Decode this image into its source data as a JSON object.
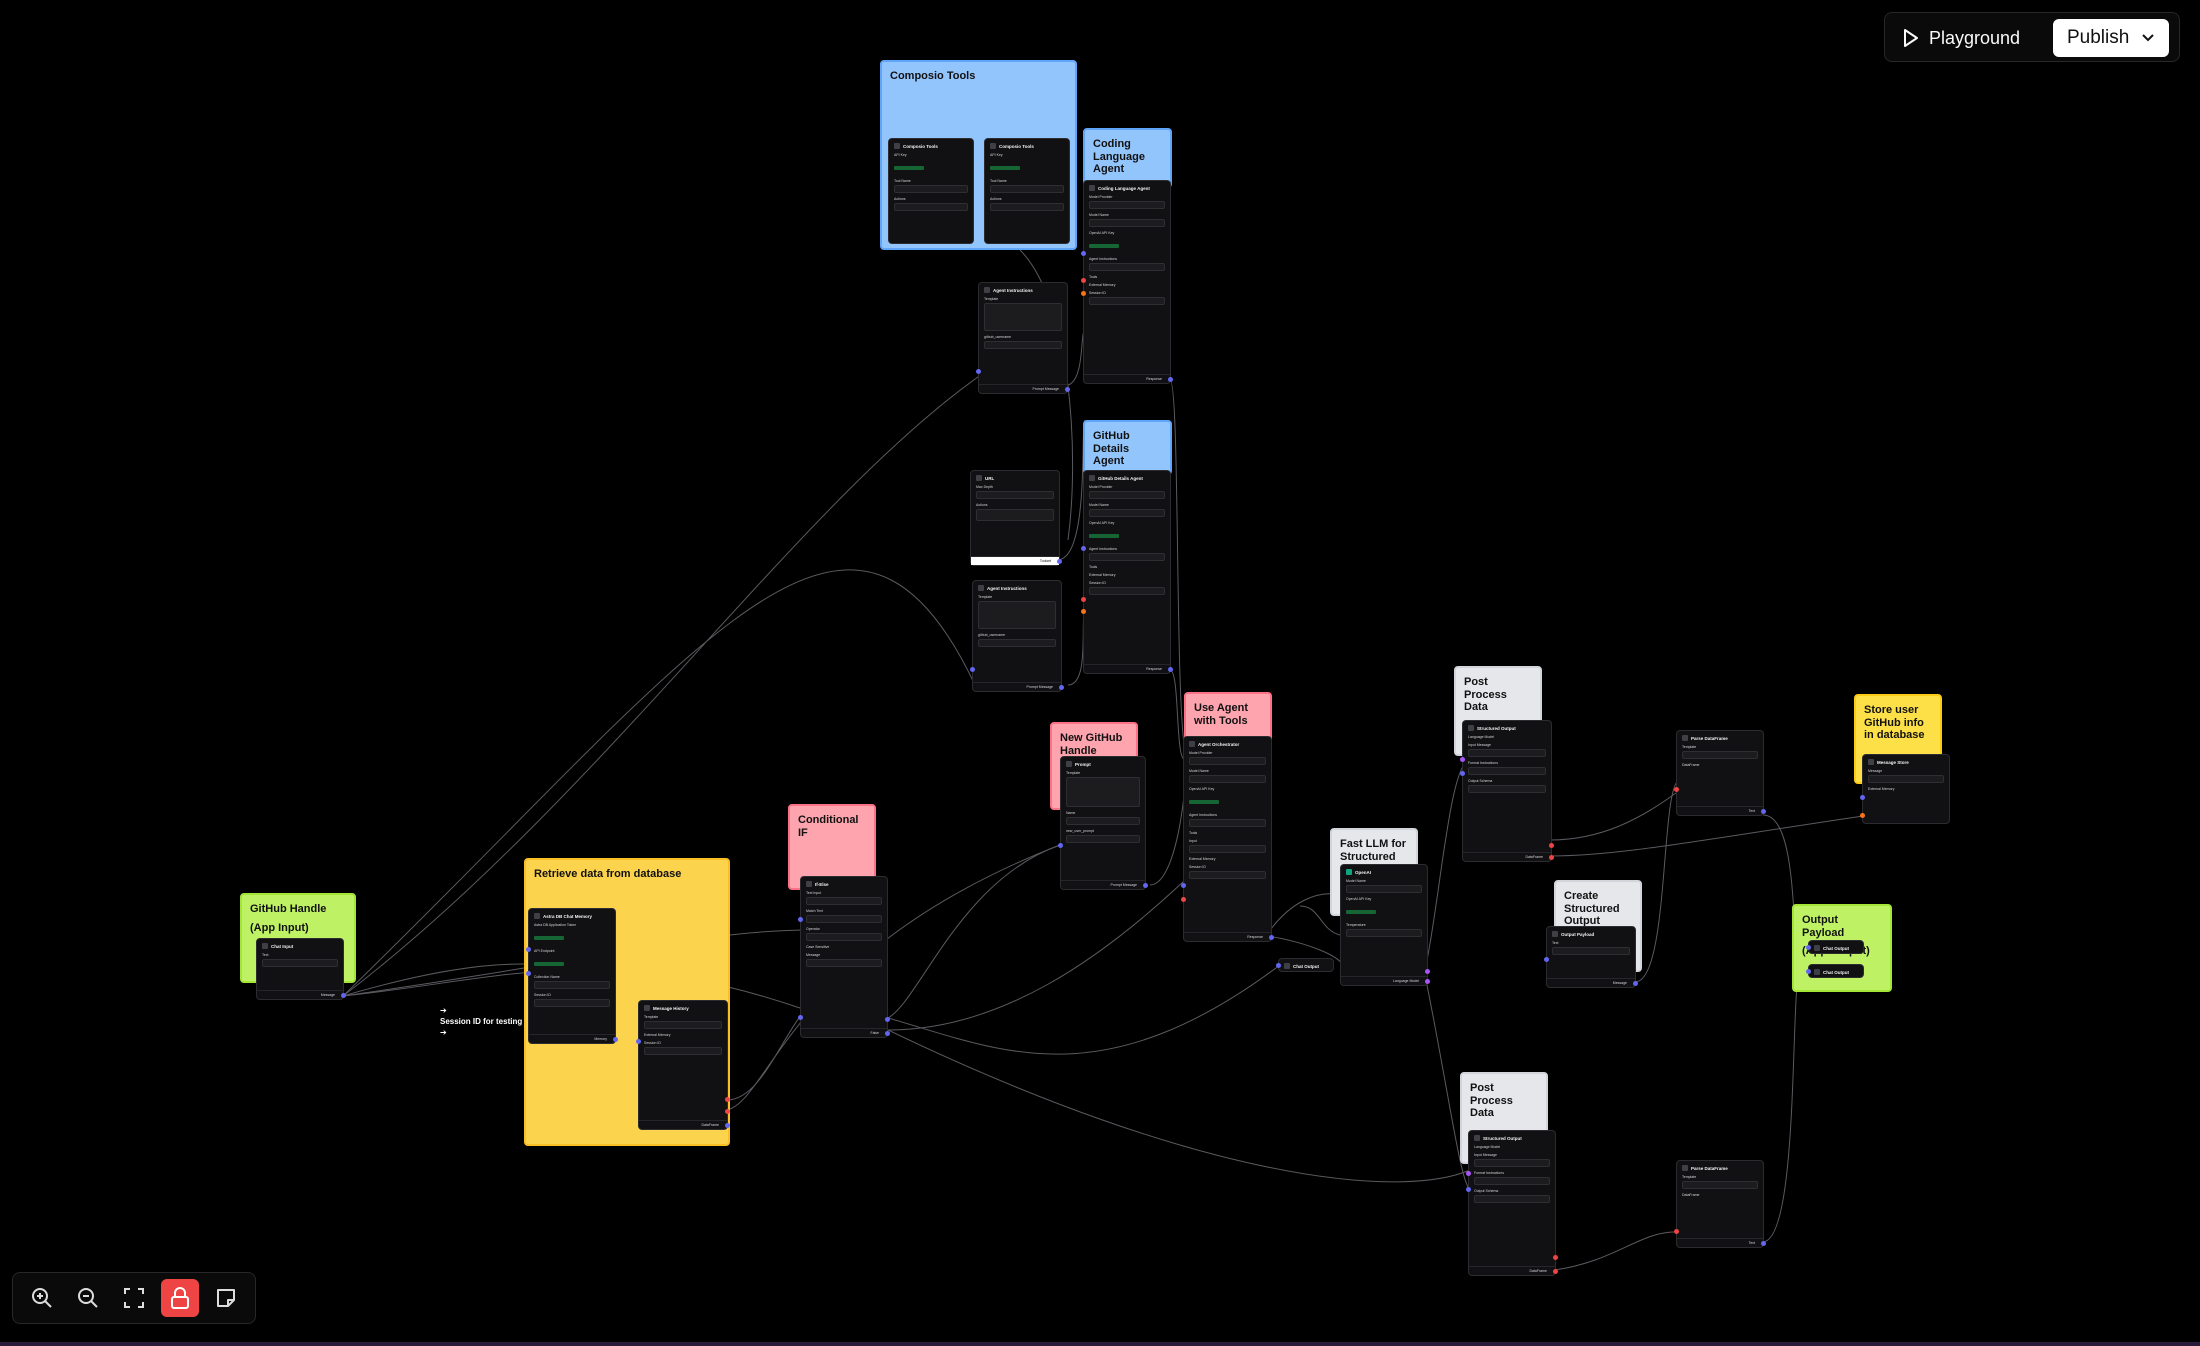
{
  "header": {
    "playground_label": "Playground",
    "publish_label": "Publish"
  },
  "toolbar": {
    "zoom_in_icon": "zoom-in-icon",
    "zoom_out_icon": "zoom-out-icon",
    "fit_view_icon": "fit-view-icon",
    "lock_icon": "lock-icon",
    "note_icon": "sticky-note-icon",
    "active_color": "#ef4444"
  },
  "notes": {
    "composio": {
      "title": "Composio Tools"
    },
    "coding_agent": {
      "title": "Coding Language Agent"
    },
    "github_details": {
      "title": "GitHub Details Agent"
    },
    "use_agent": {
      "title": "Use Agent with Tools"
    },
    "new_flow": {
      "title": "New GitHub Handle Agentic Flow"
    },
    "conditional": {
      "title": "Conditional IF"
    },
    "retrieve": {
      "title": "Retrieve data from database"
    },
    "github_handle": {
      "title": "GitHub Handle",
      "subtitle": "(App Input)"
    },
    "fast_llm": {
      "title": "Fast LLM for Structured Output"
    },
    "post_process_1": {
      "title": "Post Process Data"
    },
    "post_process_2": {
      "title": "Post Process Data"
    },
    "create_structured": {
      "title": "Create Structured Output Payload"
    },
    "store_user": {
      "title": "Store user GitHub info in database"
    },
    "output_payload": {
      "title": "Output Payload",
      "subtitle": "(App Output)"
    }
  },
  "session_note": {
    "title": "Session ID for testing"
  },
  "nodes": {
    "composio_1": "Composio Tools",
    "composio_2": "Composio Tools",
    "agent_instructions_1": "Agent Instructions",
    "coding_language_agent": "Coding Language Agent",
    "url": "URL",
    "agent_instructions_2": "Agent Instructions",
    "github_details_agent": "GitHub Details Agent",
    "agent_orchestrator": "Agent Orchestrator",
    "prompt": "Prompt",
    "if_else": "If-Else",
    "chat_input": "Chat Input",
    "astra_db": "Astra DB Chat Memory",
    "message_history": "Message History",
    "openai": "OpenAI",
    "chat_output_mid": "Chat Output",
    "structured_output_1": "Structured Output",
    "structured_output_2": "Structured Output",
    "output_payload_node": "Output Payload",
    "parse_dataframe_1": "Parse DataFrame",
    "parse_dataframe_2": "Parse DataFrame",
    "message_store": "Message Store",
    "chat_output_1": "Chat Output",
    "chat_output_2": "Chat Output"
  },
  "colors": {
    "canvas": "#000000",
    "note_blue": "#93c5fd",
    "note_yellow": "#fcd34d",
    "note_pink": "#fda4af",
    "note_lime": "#bef264",
    "edge": "#6b6b70"
  }
}
